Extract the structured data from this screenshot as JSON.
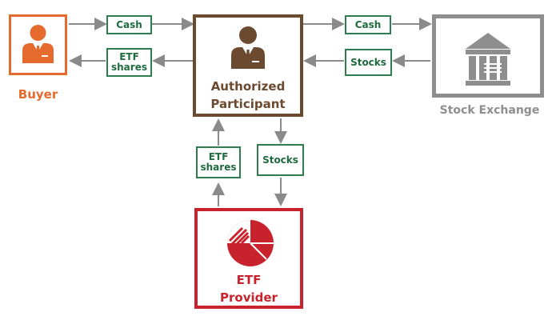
{
  "colors": {
    "buyer": "#e46a2e",
    "ap": "#6b4a2f",
    "exchange": "#8e8e8e",
    "provider": "#c8232c",
    "label_border": "#2e7d4f",
    "label_text": "#1f6b3f",
    "arrow": "#8a8a8a"
  },
  "nodes": {
    "buyer": {
      "title": "Buyer",
      "icon": "businessman-icon"
    },
    "ap": {
      "title_line1": "Authorized",
      "title_line2": "Participant",
      "icon": "businessman-icon"
    },
    "exchange": {
      "title": "Stock Exchange",
      "icon": "bank-building-icon"
    },
    "provider": {
      "title_line1": "ETF",
      "title_line2": "Provider",
      "icon": "etf-pie-logo-icon"
    }
  },
  "flows": {
    "buyer_to_ap": "Cash",
    "ap_to_buyer_line1": "ETF",
    "ap_to_buyer_line2": "shares",
    "ap_to_exchange": "Cash",
    "exchange_to_ap": "Stocks",
    "provider_to_ap_line1": "ETF",
    "provider_to_ap_line2": "shares",
    "ap_to_provider": "Stocks"
  }
}
